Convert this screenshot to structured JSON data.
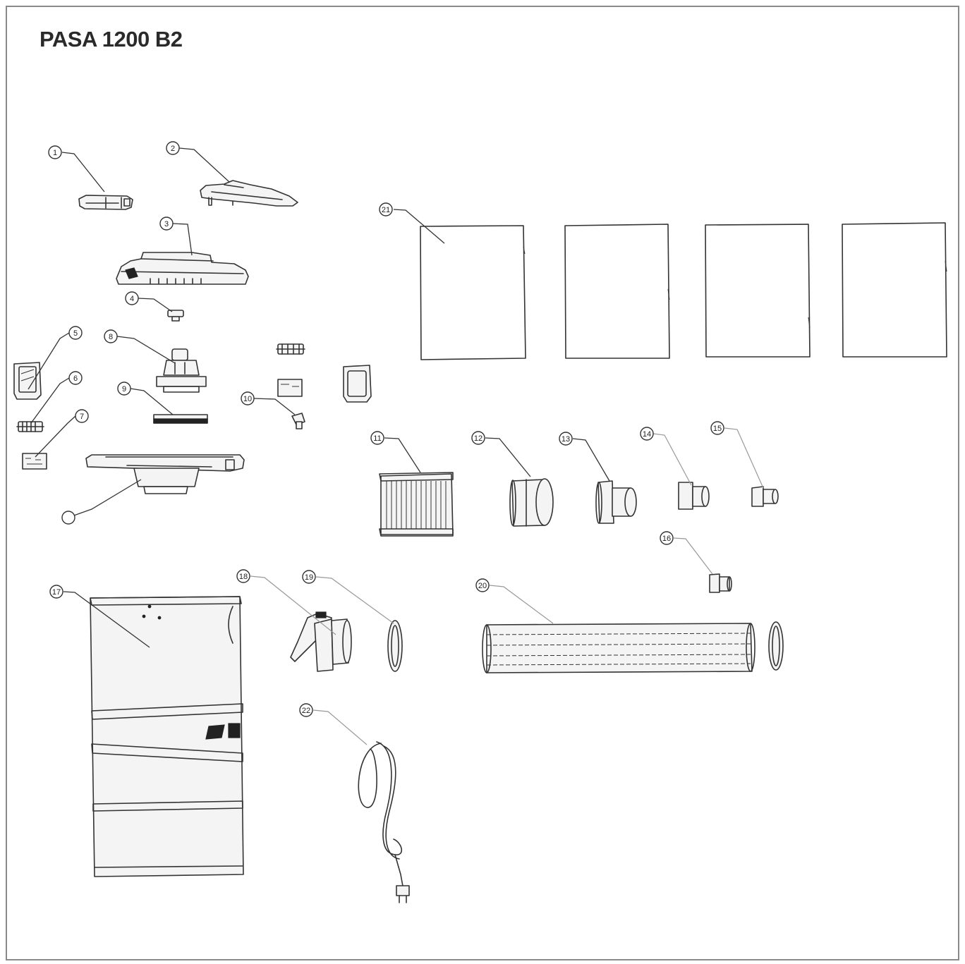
{
  "title": "PASA 1200 B2",
  "callouts": [
    {
      "id": "1",
      "label": "1"
    },
    {
      "id": "2",
      "label": "2"
    },
    {
      "id": "3",
      "label": "3"
    },
    {
      "id": "4",
      "label": "4"
    },
    {
      "id": "5",
      "label": "5"
    },
    {
      "id": "6",
      "label": "6"
    },
    {
      "id": "7",
      "label": "7"
    },
    {
      "id": "8",
      "label": "8"
    },
    {
      "id": "9",
      "label": "9"
    },
    {
      "id": "10",
      "label": "10"
    },
    {
      "id": "11",
      "label": "11"
    },
    {
      "id": "12",
      "label": "12"
    },
    {
      "id": "13",
      "label": "13"
    },
    {
      "id": "14",
      "label": "14"
    },
    {
      "id": "15",
      "label": "15"
    },
    {
      "id": "16",
      "label": "16"
    },
    {
      "id": "17",
      "label": "17"
    },
    {
      "id": "18",
      "label": "18"
    },
    {
      "id": "19",
      "label": "19"
    },
    {
      "id": "20",
      "label": "20"
    },
    {
      "id": "21",
      "label": "21"
    },
    {
      "id": "22",
      "label": "22"
    },
    {
      "id": "23",
      "label": ""
    }
  ]
}
